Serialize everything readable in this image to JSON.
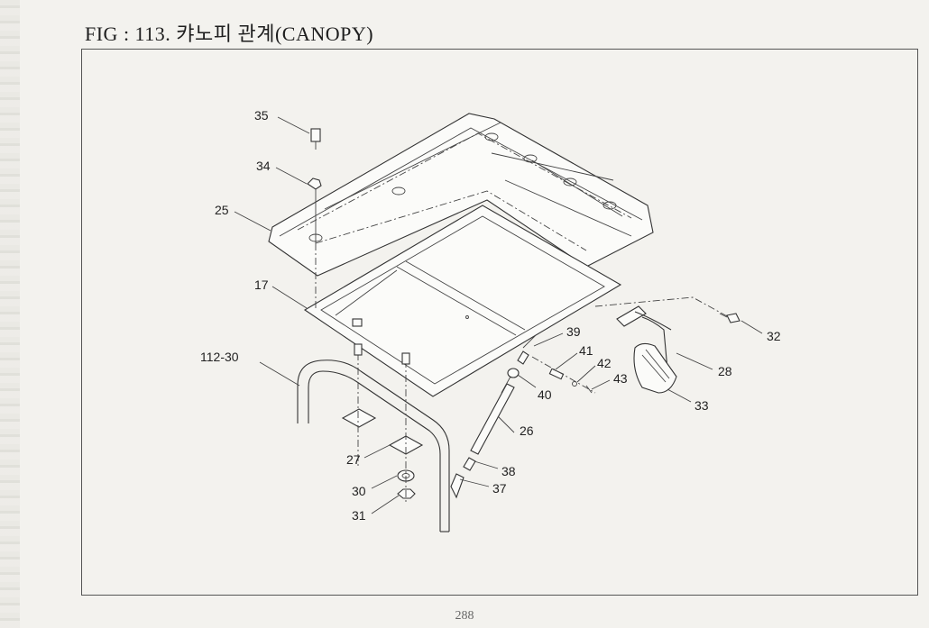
{
  "figure": {
    "title": "FIG : 113. 캬노피 관계(CANOPY)",
    "page_number": "288"
  },
  "callouts": [
    {
      "id": "35",
      "label": "35"
    },
    {
      "id": "34",
      "label": "34"
    },
    {
      "id": "25",
      "label": "25"
    },
    {
      "id": "17",
      "label": "17"
    },
    {
      "id": "112-30",
      "label": "112-30"
    },
    {
      "id": "39",
      "label": "39"
    },
    {
      "id": "41",
      "label": "41"
    },
    {
      "id": "42",
      "label": "42"
    },
    {
      "id": "43",
      "label": "43"
    },
    {
      "id": "40",
      "label": "40"
    },
    {
      "id": "32",
      "label": "32"
    },
    {
      "id": "28",
      "label": "28"
    },
    {
      "id": "33",
      "label": "33"
    },
    {
      "id": "26",
      "label": "26"
    },
    {
      "id": "38",
      "label": "38"
    },
    {
      "id": "37",
      "label": "37"
    },
    {
      "id": "27",
      "label": "27"
    },
    {
      "id": "30",
      "label": "30"
    },
    {
      "id": "31",
      "label": "31"
    }
  ]
}
